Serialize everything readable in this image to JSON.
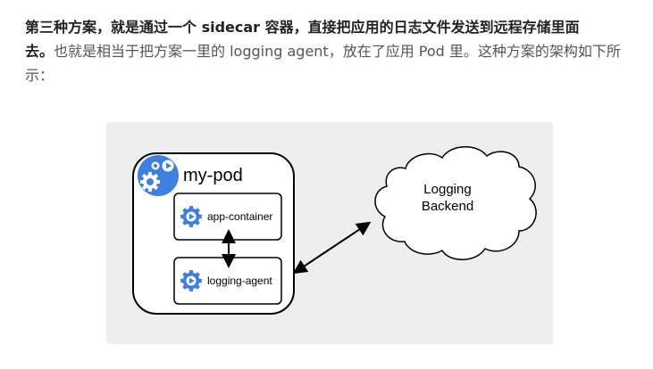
{
  "paragraph": {
    "bold_line1": "第三种方案，就是通过一个 sidecar 容器，直接把应用的日志文件发送到远程存储里面",
    "bold_line2": "去。",
    "normal_text": "也就是相当于把方案一里的 logging agent，放在了应用 Pod 里。这种方案的架构如下所示："
  },
  "diagram": {
    "pod_label": "my-pod",
    "container1_label": "app-container",
    "container2_label": "logging-agent",
    "backend_line1": "Logging",
    "backend_line2": "Backend",
    "colors": {
      "background": "#eeeeee",
      "pod_icon": "#3f7fe0",
      "container_icon": "#3f7fe0",
      "stroke": "#000000"
    },
    "icons": {
      "pod": "gears-icon",
      "container": "gear-play-icon"
    }
  }
}
